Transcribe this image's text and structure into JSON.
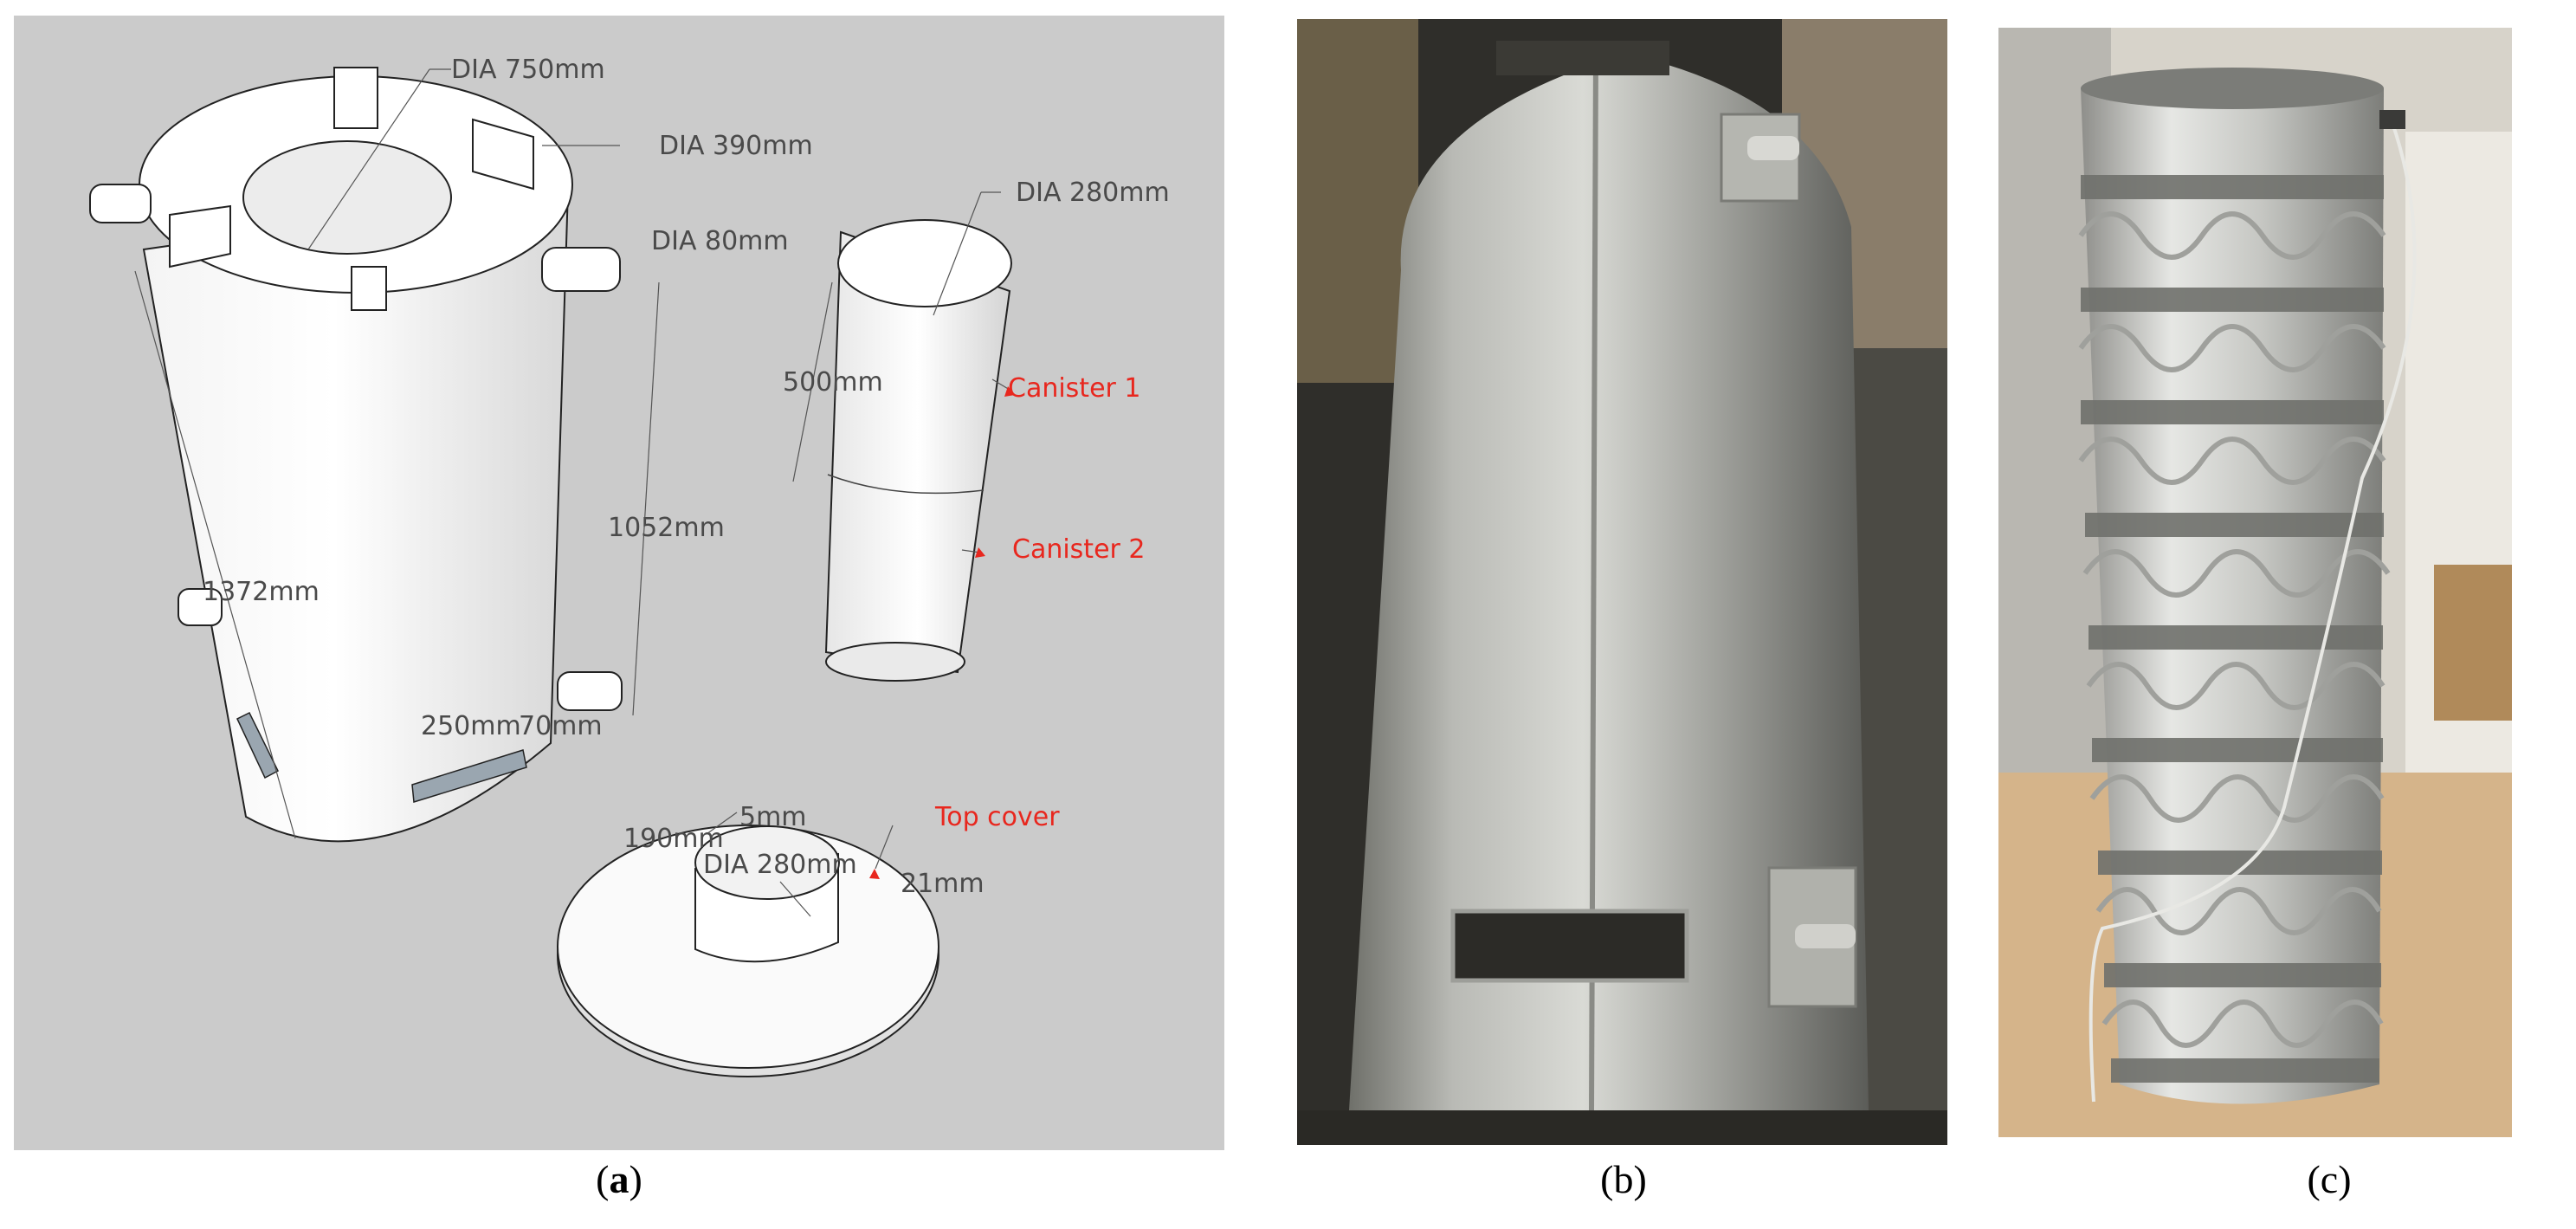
{
  "panel_a": {
    "labels": {
      "dia_750": "DIA 750mm",
      "dia_390": "DIA 390mm",
      "dia_80": "DIA 80mm",
      "dia_280_top": "DIA 280mm",
      "len_500": "500mm",
      "len_1052": "1052mm",
      "len_1372": "1372mm",
      "len_250": "250mm",
      "len_70": "70mm",
      "canister_1": "Canister 1",
      "canister_2": "Canister 2",
      "top_cover": "Top cover",
      "len_5": "5mm",
      "len_190": "190mm",
      "dia_280_cover": "DIA 280mm",
      "len_21": "21mm"
    },
    "colors": {
      "background": "#cbcbcb",
      "model": "#ffffff",
      "annotation": "#e8271e"
    }
  },
  "captions": {
    "a_open": "(",
    "a_letter": "a",
    "a_close": ")",
    "b": "(b)",
    "c": "(c)"
  }
}
